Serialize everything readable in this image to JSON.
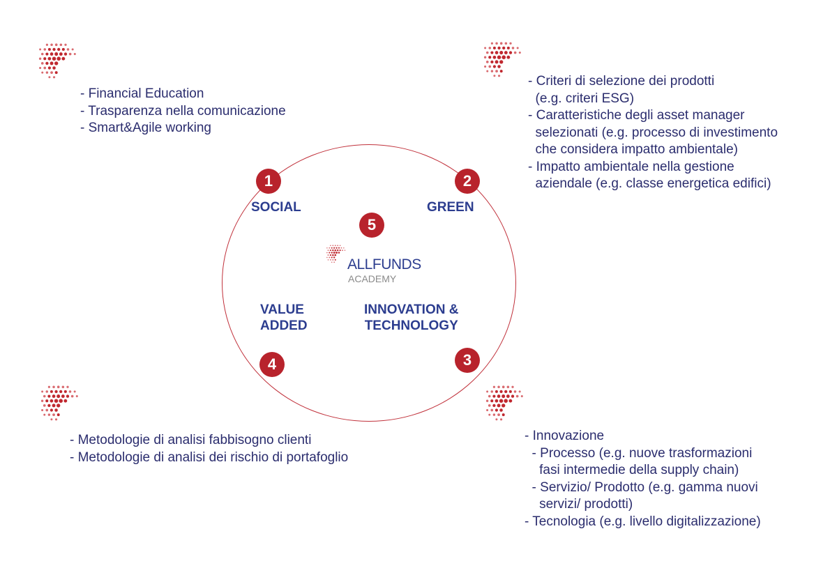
{
  "center_logo": {
    "brand": "ALLFUNDS",
    "sub": "ACADEMY"
  },
  "pillars": [
    {
      "number": "1",
      "label": "SOCIAL",
      "items": "- Financial Education\n- Trasparenza nella comunicazione\n- Smart&Agile working"
    },
    {
      "number": "2",
      "label": "GREEN",
      "items": "- Criteri di selezione dei prodotti\n  (e.g. criteri ESG)\n- Caratteristiche degli asset manager\n  selezionati (e.g. processo di investimento\n  che considera impatto ambientale)\n- Impatto ambientale nella gestione\n  aziendale (e.g. classe energetica edifici)"
    },
    {
      "number": "3",
      "label": "INNOVATION &\nTECHNOLOGY",
      "items": "- Innovazione\n  - Processo (e.g. nuove trasformazioni\n    fasi intermedie della supply chain)\n  - Servizio/ Prodotto (e.g. gamma nuovi\n    servizi/ prodotti)\n- Tecnologia (e.g. livello digitalizzazione)"
    },
    {
      "number": "4",
      "label": "VALUE\nADDED",
      "items": "- Metodologie di analisi fabbisogno clienti\n- Metodologie di analisi dei rischio di portafoglio"
    },
    {
      "number": "5"
    }
  ],
  "colors": {
    "red": "#b8232c",
    "navy": "#2b2d6e",
    "blue": "#2c3d8f"
  }
}
